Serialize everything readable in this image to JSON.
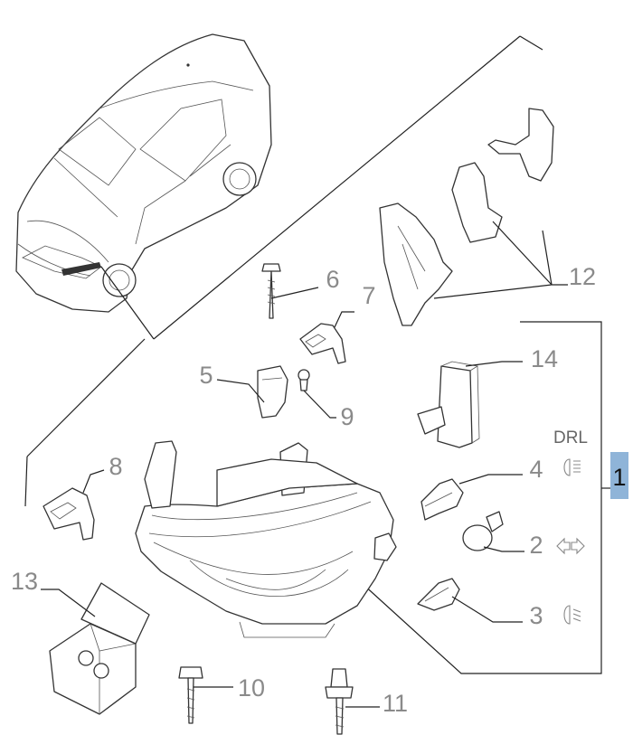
{
  "callouts": {
    "c1": "1",
    "c2": "2",
    "c3": "3",
    "c4": "4",
    "c5": "5",
    "c6": "6",
    "c7": "7",
    "c8": "8",
    "c9": "9",
    "c10": "10",
    "c11": "11",
    "c12": "12",
    "c13": "13",
    "c14": "14"
  },
  "legend": {
    "drl": "DRL"
  },
  "colors": {
    "highlight": "#8fb4d8",
    "line": "#222222",
    "label": "#8a8a8a"
  },
  "icons": [
    "drl-light-icon",
    "turn-signal-icon",
    "low-beam-icon"
  ]
}
